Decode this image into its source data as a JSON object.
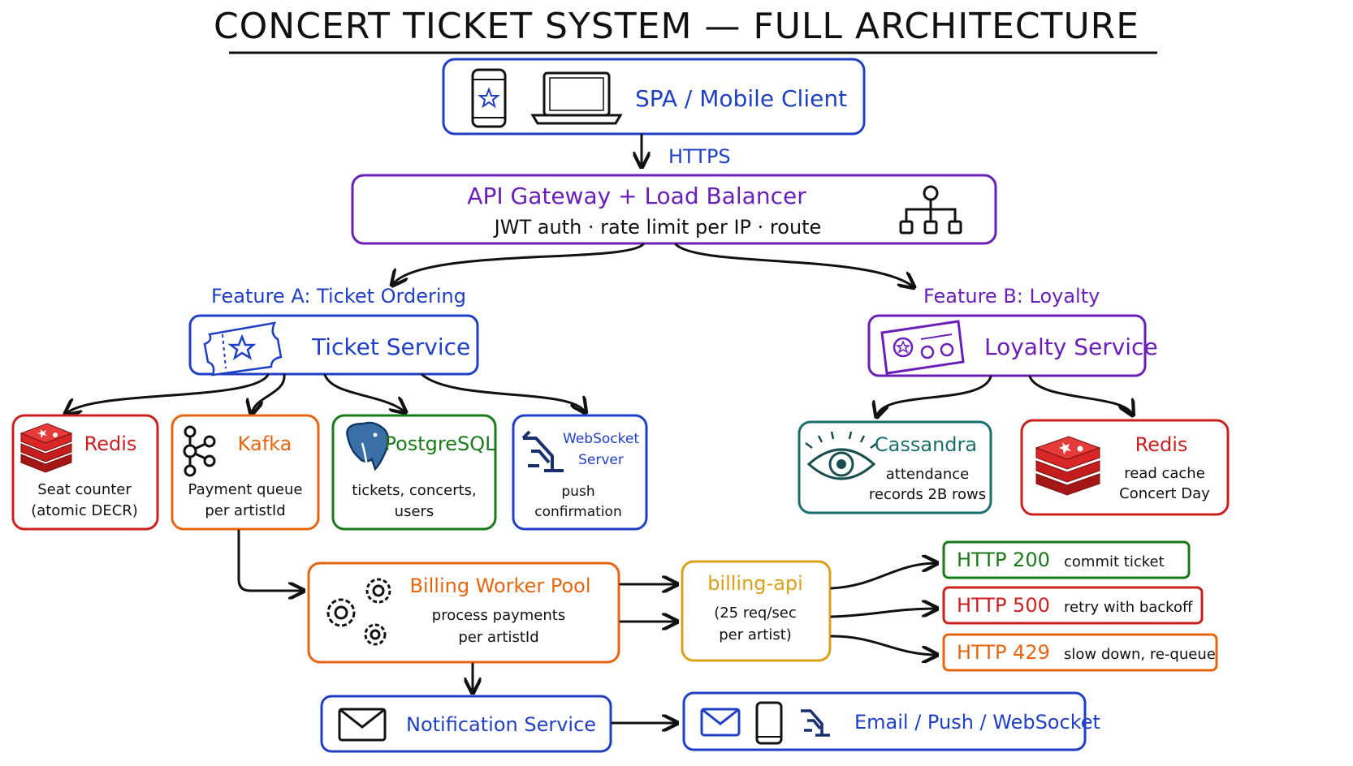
{
  "title": "CONCERT TICKET SYSTEM — FULL ARCHITECTURE",
  "client": {
    "label": "SPA / Mobile Client",
    "arrow_label": "HTTPS"
  },
  "gateway": {
    "title": "API Gateway + Load Balancer",
    "subtitle": "JWT auth · rate limit per IP · route"
  },
  "feature_a": {
    "label": "Feature A: Ticket Ordering",
    "service": "Ticket Service",
    "stores": [
      {
        "title": "Redis",
        "line1": "Seat counter",
        "line2": "(atomic DECR)"
      },
      {
        "title": "Kafka",
        "line1": "Payment queue",
        "line2": "per artistId"
      },
      {
        "title": "PostgreSQL",
        "line1": "tickets, concerts,",
        "line2": "users"
      },
      {
        "title1": "WebSocket",
        "title2": "Server",
        "line1": "push",
        "line2": "confirmation"
      }
    ]
  },
  "feature_b": {
    "label": "Feature B: Loyalty",
    "service": "Loyalty Service",
    "cassandra": {
      "title": "Cassandra",
      "line1": "attendance",
      "line2": "records 2B rows"
    },
    "redis": {
      "title": "Redis",
      "line1": "read cache",
      "line2": "Concert Day"
    }
  },
  "billing_pool": {
    "title": "Billing Worker Pool",
    "line1": "process payments",
    "line2": "per artistId"
  },
  "billing_api": {
    "title": "billing-api",
    "line1": "(25 req/sec",
    "line2": "per artist)"
  },
  "responses": [
    {
      "code": "HTTP 200",
      "desc": "commit ticket",
      "color": "#1a7a1a"
    },
    {
      "code": "HTTP 500",
      "desc": "retry with backoff",
      "color": "#cc1f1f"
    },
    {
      "code": "HTTP 429",
      "desc": "slow down, re-queue",
      "color": "#e8650f"
    }
  ],
  "notification": {
    "label": "Notification Service"
  },
  "channels": {
    "label": "Email / Push / WebSocket"
  },
  "colors": {
    "blue": "#1f3fc4",
    "purple": "#6a1fb8",
    "red": "#cc1f1f",
    "orange": "#e8650f",
    "green": "#1a7a1a",
    "teal": "#1a6e6e",
    "gold": "#d9a11a"
  }
}
